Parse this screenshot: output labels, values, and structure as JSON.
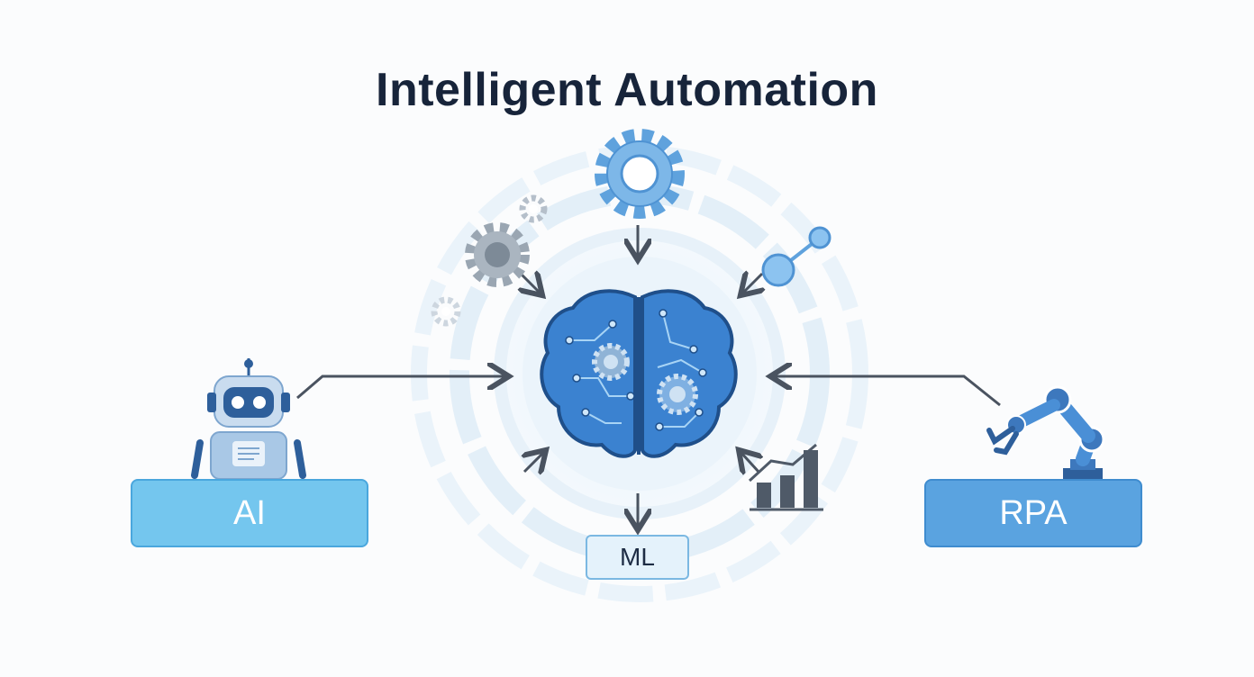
{
  "title": "Intelligent Automation",
  "nodes": {
    "ai_label": "AI",
    "rpa_label": "RPA",
    "ml_label": "ML"
  },
  "icons": {
    "center": "brain-circuit-icon",
    "top": "gear-icon",
    "left_top": "gear-icon",
    "right_top": "network-node-icon",
    "bottom_right": "bar-chart-trend-icon",
    "ai": "robot-icon",
    "rpa": "robotic-arm-icon"
  },
  "colors": {
    "title": "#17243a",
    "ai_box": "#74c6ee",
    "rpa_box": "#5aa3e0",
    "ml_box": "#e4f2fb",
    "brain": "#3a7fcf",
    "arrow": "#4a5360"
  }
}
